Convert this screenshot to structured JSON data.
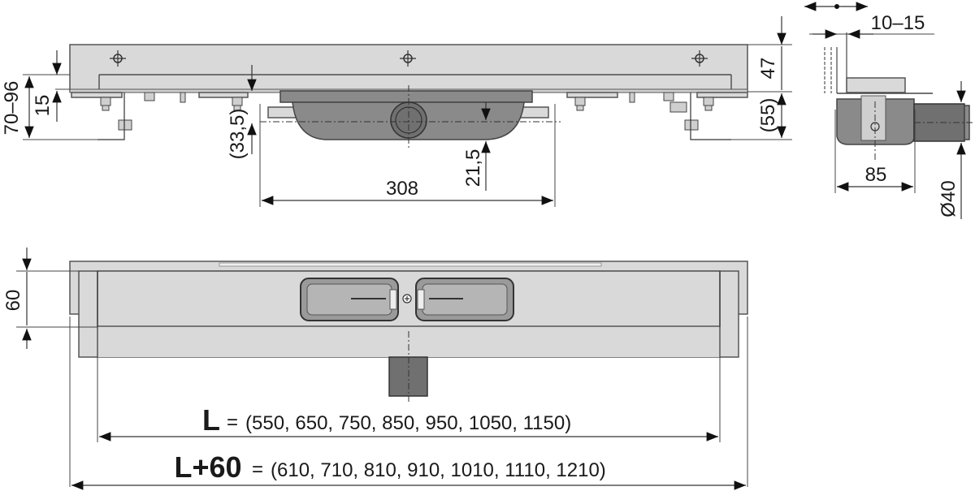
{
  "diagram": {
    "type": "technical-drawing",
    "subject": "shower channel drain with outlet",
    "colors": {
      "body": "#d9d9d9",
      "outline": "#555555",
      "siphon": "#8a8a8a",
      "line": "#333333"
    }
  },
  "side_view": {
    "dims": {
      "height_range": "70–96",
      "flange": "15",
      "depth_ref": "(33,5)",
      "siphon_depth": "21,5",
      "siphon_width": "308",
      "top_height": "47",
      "bottom_ref": "(55)"
    }
  },
  "end_view": {
    "dims": {
      "wall_offset": "10–15",
      "width": "85",
      "outlet_diameter": "Ø40"
    }
  },
  "top_view": {
    "dims": {
      "width": "60"
    },
    "length_formula": {
      "symbol": "L",
      "equals": "=",
      "values_text": "(550, 650, 750, 850, 950, 1050, 1150)",
      "values": [
        550,
        650,
        750,
        850,
        950,
        1050,
        1150
      ]
    },
    "total_formula": {
      "symbol": "L+60",
      "equals": "=",
      "values_text": "(610, 710, 810, 910, 1010, 1110, 1210)",
      "values": [
        610,
        710,
        810,
        910,
        1010,
        1110,
        1210
      ]
    }
  }
}
